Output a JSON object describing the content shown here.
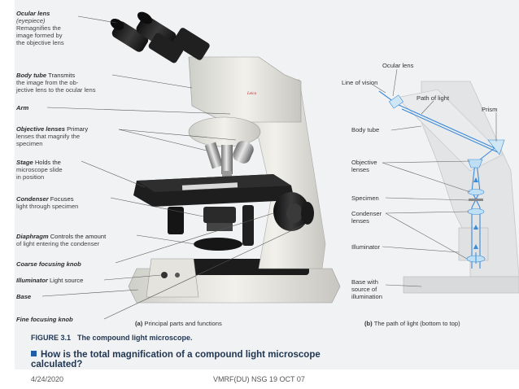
{
  "diagram_a": {
    "labels": [
      {
        "term": "Ocular lens",
        "desc": [
          "(eyepiece)",
          "Remagnifies the",
          "image formed by",
          "the objective lens"
        ]
      },
      {
        "term": "Body tube",
        "desc": [
          "Transmits",
          "the image from the ob-",
          "jective lens to the ocular lens"
        ]
      },
      {
        "term": "Arm",
        "desc": []
      },
      {
        "term": "Objective lenses",
        "desc": [
          "Primary",
          "lenses that magnify the",
          "specimen"
        ]
      },
      {
        "term": "Stage",
        "desc": [
          "Holds the",
          "microscope slide",
          "in position"
        ]
      },
      {
        "term": "Condenser",
        "desc": [
          "Focuses",
          "light through specimen"
        ]
      },
      {
        "term": "Diaphragm",
        "desc": [
          "Controls the amount",
          "of light entering the condenser"
        ]
      },
      {
        "term": "Coarse focusing knob",
        "desc": []
      },
      {
        "term": "Illuminator",
        "desc": [
          "Light source"
        ]
      },
      {
        "term": "Base",
        "desc": []
      },
      {
        "term": "Fine focusing knob",
        "desc": []
      }
    ],
    "caption_letter": "(a)",
    "caption": "Principal parts and functions",
    "brand": "Leica"
  },
  "diagram_b": {
    "labels": [
      "Ocular lens",
      "Line of vision",
      "Path of light",
      "Prism",
      "Body tube",
      "Objective lenses",
      "Specimen",
      "Condenser lenses",
      "Illuminator",
      "Base with source of illumination"
    ],
    "caption_letter": "(b)",
    "caption": "The path of light (bottom to top)"
  },
  "figure_title": {
    "number": "FIGURE 3.1",
    "text": "The compound light microscope."
  },
  "question": "How is the total magnification of a compound light microscope calculated?",
  "footer": {
    "date": "4/24/2020",
    "center": "VMRF(DU) NSG 19 OCT 07"
  },
  "colors": {
    "accent": "#1f3552",
    "light_path": "#3a8ad8",
    "bullet": "#1f5fa8"
  }
}
